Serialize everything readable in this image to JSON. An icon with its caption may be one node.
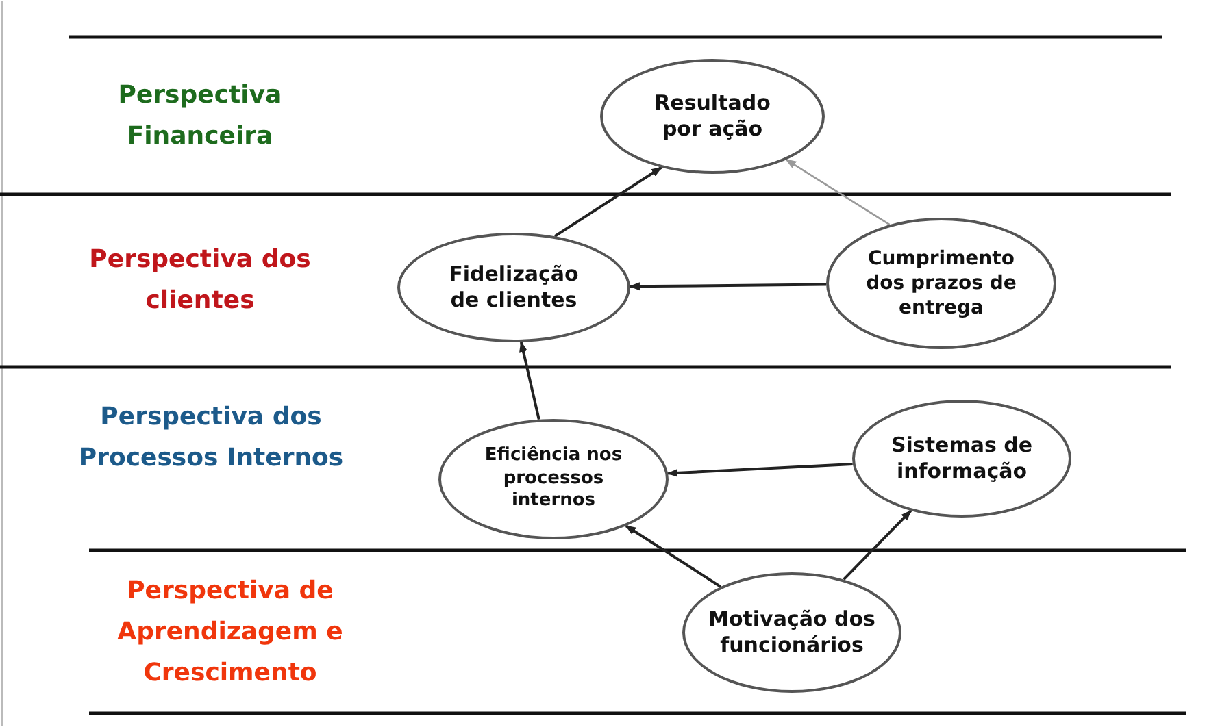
{
  "diagram": {
    "nodes": [
      {
        "text": [
          "Resultado por ação"
        ]
      },
      {
        "text": [
          "Fidelização de clientes"
        ]
      },
      {
        "text": [
          "Cumprimento dos prazos de entrega"
        ]
      },
      {
        "text": [
          "Eficiência nos processos internos"
        ]
      },
      {
        "text": [
          "Sistemas de informação"
        ]
      },
      {
        "text": [
          "Motivação dos funcionários"
        ]
      }
    ],
    "edges": [
      {
        "from": 1,
        "to": 0,
        "arrow": "to"
      },
      {
        "from": 2,
        "to": 0,
        "arrow": "to",
        "color": "#9a9a9a"
      },
      {
        "from": 2,
        "to": 1,
        "arrow": "to"
      },
      {
        "from": 3,
        "to": 1,
        "arrow": "to"
      },
      {
        "from": 4,
        "to": 3,
        "arrow": "to"
      },
      {
        "from": 5,
        "to": 3,
        "arrow": "to"
      },
      {
        "from": 5,
        "to": 4,
        "arrow": "to"
      }
    ],
    "labels": [
      "Perspectiva Financeira",
      "Perspectiva dos clientes",
      "Perspectiva dos Processos Internos",
      "Perspectiva de Aprendizagem e Crescimento"
    ]
  }
}
